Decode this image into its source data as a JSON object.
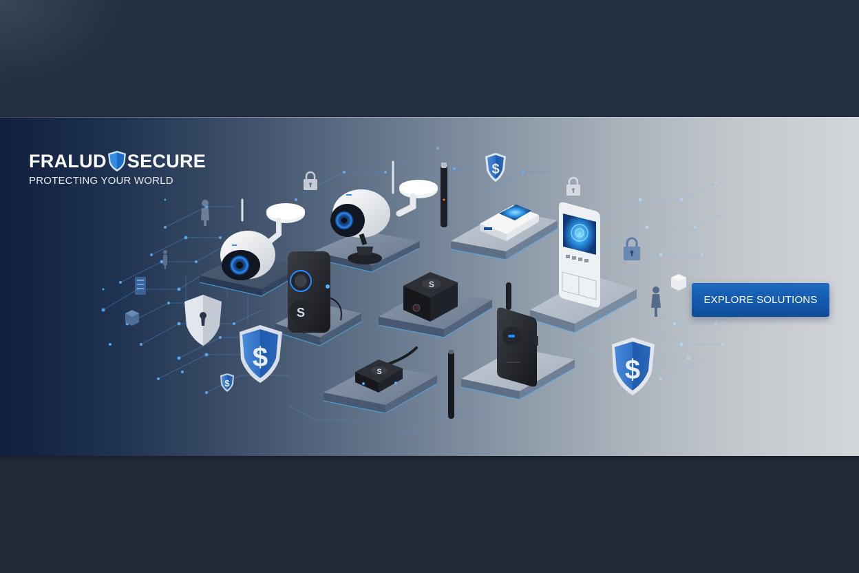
{
  "brand": {
    "name_left": "FRALUD",
    "name_right": "SECURE",
    "logo_icon": "shield-icon",
    "tagline": "PROTECTING YOUR WORLD"
  },
  "cta": {
    "label": "EXPLORE SOLUTIONS"
  },
  "illustration": {
    "devices": [
      "security-camera-left",
      "security-camera-center",
      "video-doorbell",
      "mini-hidden-camera",
      "usb-fingerprint-key",
      "smart-control-panel",
      "walkie-talkie",
      "gps-tracker",
      "pen-camera",
      "pen-camera-small"
    ],
    "icons": [
      "padlock-icon",
      "padlock-icon",
      "padlock-blue-icon",
      "shield-dollar-icon",
      "shield-dollar-icon",
      "shield-dollar-icon",
      "shield-dollar-small-icon",
      "shield-keyhole-icon",
      "person-icon",
      "person-icon",
      "person-icon",
      "cube-icon",
      "cube-icon"
    ]
  },
  "colors": {
    "page_bg": "#242f42",
    "banner_left": "#0f1f3d",
    "banner_right": "#d3d6d9",
    "accent_blue": "#1a5fb4",
    "glow_blue": "#4fb3ff",
    "text_white": "#ffffff"
  }
}
